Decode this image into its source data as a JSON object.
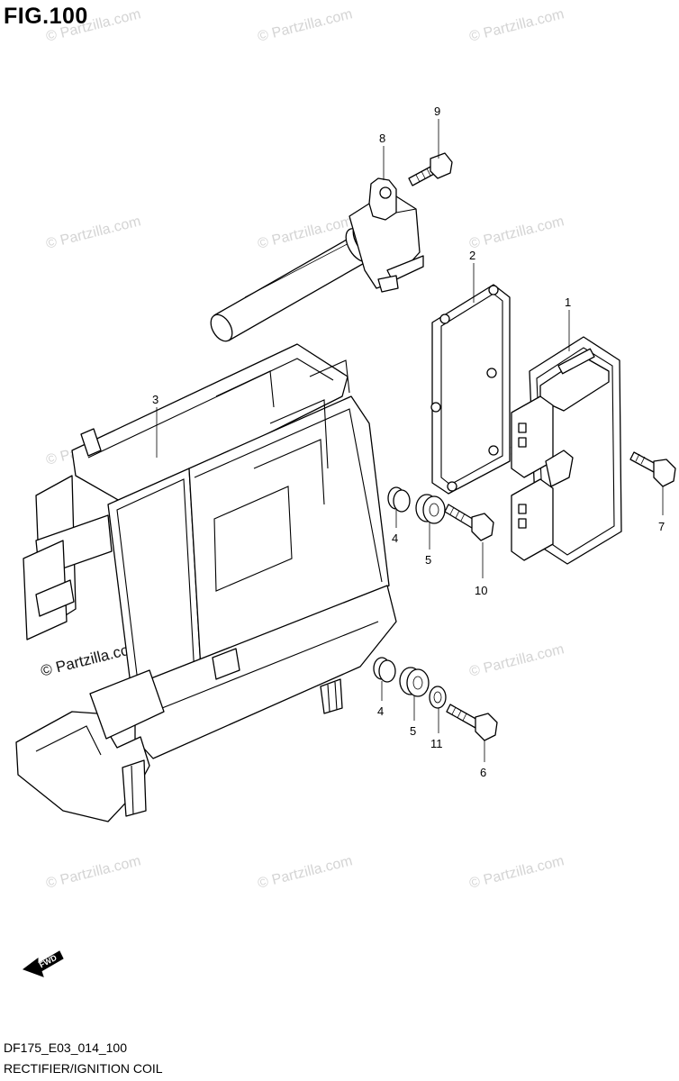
{
  "figure": {
    "title": "FIG.100",
    "code": "DF175_E03_014_100",
    "name": "RECTIFIER/IGNITION COIL"
  },
  "watermark": {
    "text": "© Partzilla.com",
    "repeat_text": "© Partzilla.com"
  },
  "callouts": {
    "c1": "1",
    "c2": "2",
    "c3": "3",
    "c4a": "4",
    "c4b": "4",
    "c5a": "5",
    "c5b": "5",
    "c6": "6",
    "c7": "7",
    "c8": "8",
    "c9": "9",
    "c10": "10",
    "c11": "11"
  },
  "fwd_arrow": {
    "label": "FWD"
  }
}
